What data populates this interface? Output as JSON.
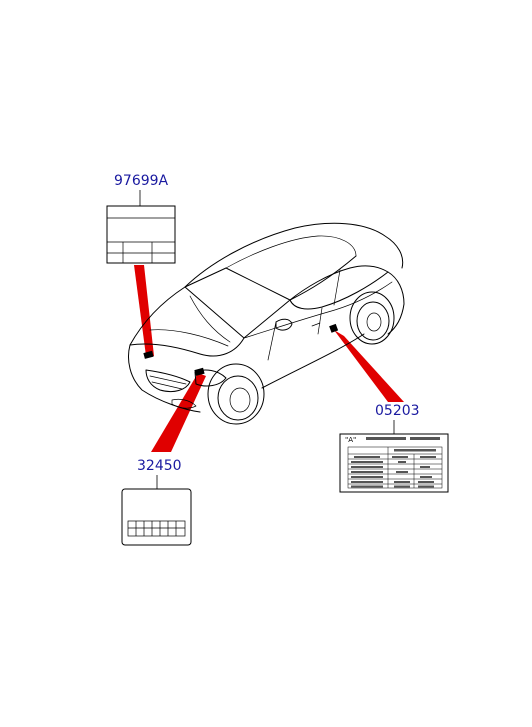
{
  "parts": [
    {
      "id": "label-emission",
      "part_number": "97699A"
    },
    {
      "id": "label-tire",
      "part_number": "05203"
    },
    {
      "id": "label-radiator",
      "part_number": "32450"
    }
  ],
  "tire_label": {
    "header_mark": "\"A\""
  },
  "colors": {
    "part_number_text": "#1a1aa0",
    "leader": "#e00000",
    "line": "#000000"
  }
}
